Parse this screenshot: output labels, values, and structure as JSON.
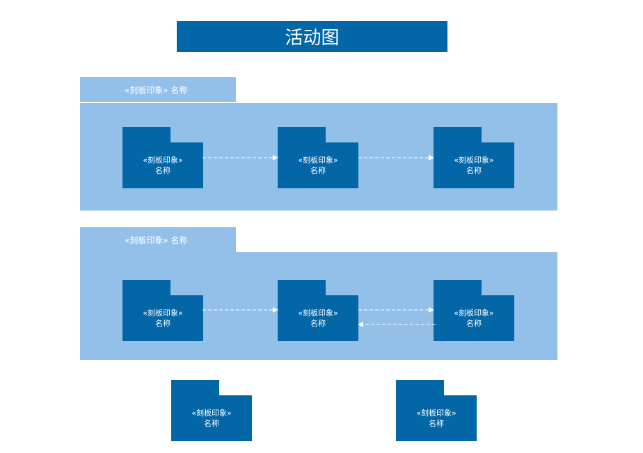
{
  "title": "活动图",
  "packages": [
    {
      "tab_label": "«刻板印象»  名称"
    },
    {
      "tab_label": "«刻板印象»  名称"
    }
  ],
  "node_label_top": "«刻板印象»",
  "node_label_bottom": "名称",
  "colors": {
    "primary": "#0366A7",
    "container": "#93C0E8",
    "background": "#FFFFFF",
    "text": "#FFFFFF"
  }
}
